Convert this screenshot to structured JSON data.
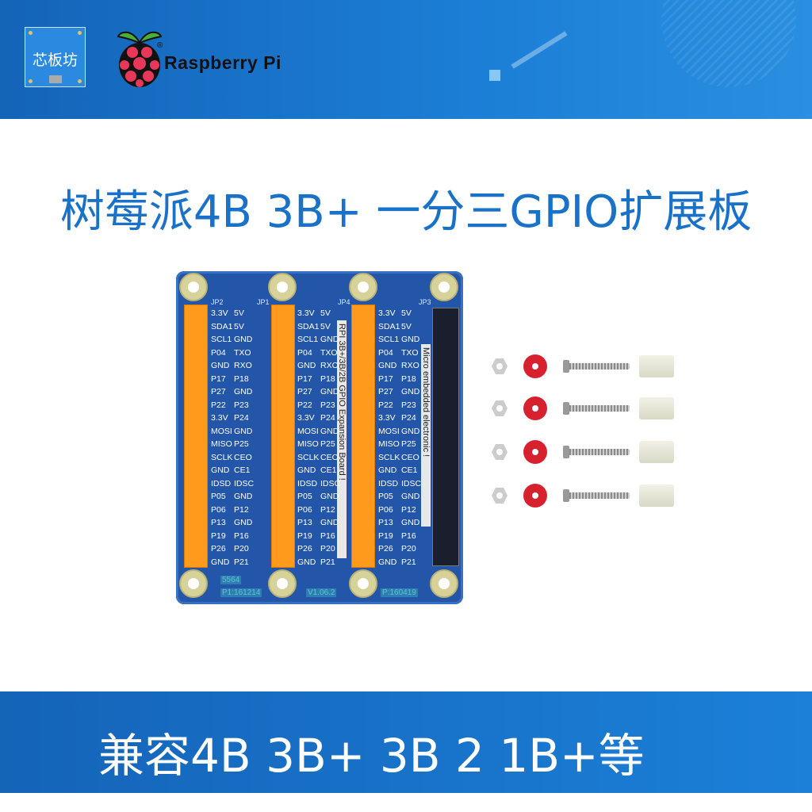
{
  "header": {
    "brand_logo_text": "芯板坊",
    "rpi_logo_text": "Raspberry Pi",
    "registered_mark": "®"
  },
  "title": "树莓派4B 3B+ 一分三GPIO扩展板",
  "board": {
    "header_labels": [
      "JP2",
      "JP1",
      "JP4",
      "JP3"
    ],
    "pins": [
      [
        "3.3V",
        "5V"
      ],
      [
        "SDA1",
        "5V"
      ],
      [
        "SCL1",
        "GND"
      ],
      [
        "P04",
        "TXO"
      ],
      [
        "GND",
        "RXO"
      ],
      [
        "P17",
        "P18"
      ],
      [
        "P27",
        "GND"
      ],
      [
        "P22",
        "P23"
      ],
      [
        "3.3V",
        "P24"
      ],
      [
        "MOSI",
        "GND"
      ],
      [
        "MISO",
        "P25"
      ],
      [
        "SCLK",
        "CEO"
      ],
      [
        "GND",
        "CE1"
      ],
      [
        "IDSD",
        "IDSC"
      ],
      [
        "P05",
        "GND"
      ],
      [
        "P06",
        "P12"
      ],
      [
        "P13",
        "GND"
      ],
      [
        "P19",
        "P16"
      ],
      [
        "P26",
        "P20"
      ],
      [
        "GND",
        "P21"
      ]
    ],
    "strip_text_1": "RPI 3B+/3B/2B GPIO Expansion Board !",
    "strip_text_2": "Micro embedded electronic !",
    "silk": [
      "5564",
      "P1:161214",
      "V1.06.2",
      "P:160419"
    ]
  },
  "colors": {
    "brand_blue": "#1a72c8",
    "pcb_blue": "#2355a8",
    "header_orange": "#ff9a1c",
    "washer_red": "#d8212f"
  },
  "footer": {
    "compat_text": "兼容4B 3B+ 3B 2 1B+等"
  }
}
